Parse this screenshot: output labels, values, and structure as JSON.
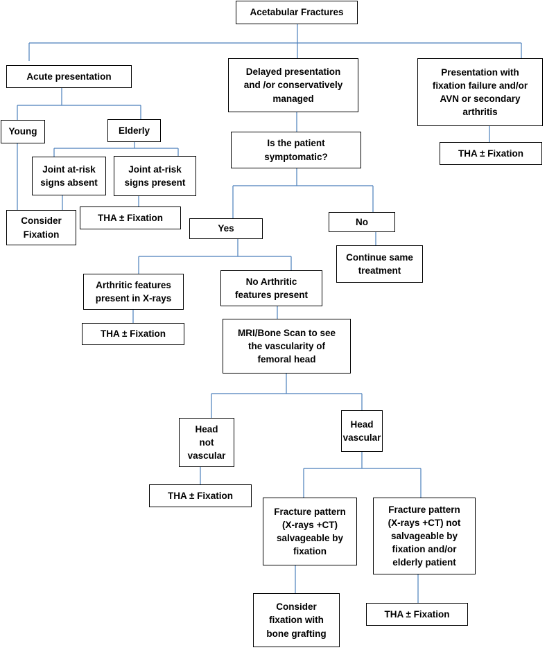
{
  "diagram": {
    "line_color": "#4A7EBB",
    "box_border_color": "#000000",
    "nodes": {
      "root": "Acetabular Fractures",
      "acute": "Acute presentation",
      "delayed": "Delayed presentation\nand /or conservatively\nmanaged",
      "failure": "Presentation with\nfixation failure and/or\nAVN or secondary\narthritis",
      "young": "Young",
      "elderly": "Elderly",
      "symptomatic": "Is the patient\nsymptomatic?",
      "failure_tha": "THA ± Fixation",
      "risk_absent": "Joint at-risk\nsigns absent",
      "risk_present": "Joint at-risk\nsigns present",
      "consider_fixation": "Consider\nFixation",
      "risk_present_tha": "THA ± Fixation",
      "yes": "Yes",
      "no": "No",
      "continue": "Continue same\ntreatment",
      "arthritic": "Arthritic features\npresent in X-rays",
      "no_arthritic": "No Arthritic\nfeatures present",
      "arthritic_tha": "THA ± Fixation",
      "mri": "MRI/Bone Scan to see\nthe vascularity of\nfemoral head",
      "not_vascular": "Head\nnot\nvascular",
      "vascular": "Head\nvascular",
      "not_vascular_tha": "THA ± Fixation",
      "salvageable": "Fracture pattern\n(X-rays +CT)\nsalvageable by\nfixation",
      "not_salvageable": "Fracture pattern\n(X-rays +CT) not\nsalvageable by\nfixation and/or\nelderly patient",
      "bone_grafting": "Consider\nfixation with\nbone grafting",
      "not_salvageable_tha": "THA ± Fixation"
    }
  }
}
